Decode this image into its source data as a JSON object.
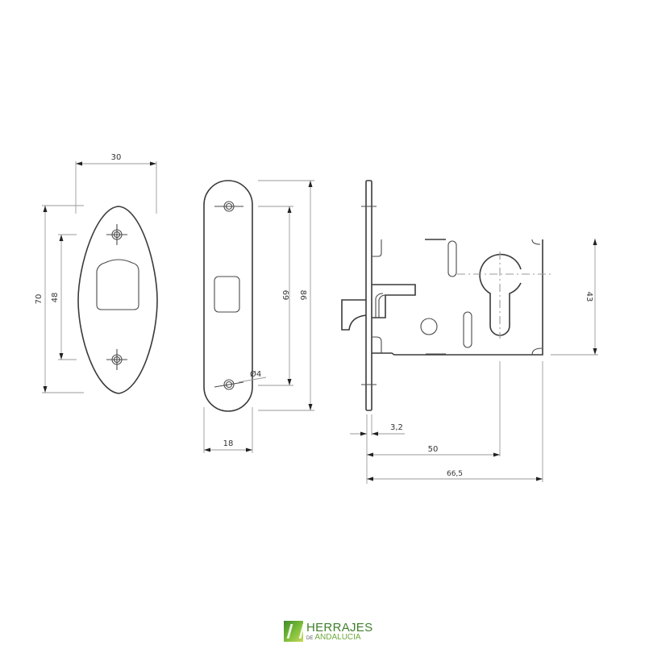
{
  "title": "Technical drawing - mortise lock with strike plates",
  "parts": [
    {
      "name": "oval-strike-plate",
      "dimensions": {
        "width": "30",
        "height": "70",
        "hole_spacing": "48"
      }
    },
    {
      "name": "faceplate-strike",
      "dimensions": {
        "width": "18",
        "height": "86",
        "hole_spacing": "69",
        "hole_diameter": "Ø4"
      }
    },
    {
      "name": "mortise-lock-body",
      "dimensions": {
        "faceplate_thickness": "3,2",
        "backset": "50",
        "total_depth": "66,5",
        "cylinder_height": "43"
      }
    }
  ],
  "logo": {
    "line1": "HERRAJES",
    "prefix": "DE",
    "line2": "ANDALUCIA",
    "colors": {
      "dark": "#3f7f2a",
      "light": "#7fbf3a"
    }
  }
}
